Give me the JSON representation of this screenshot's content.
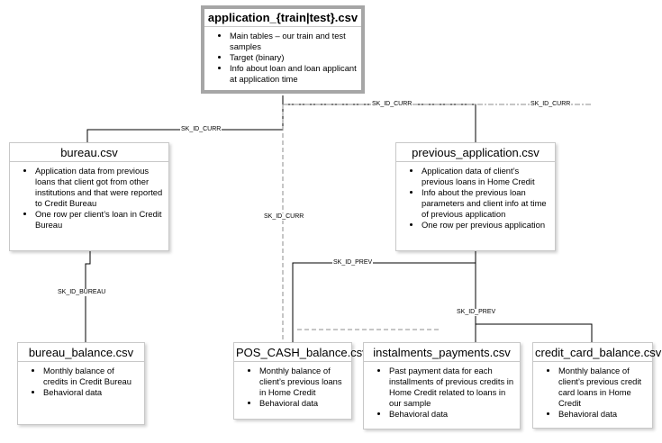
{
  "boxes": {
    "application": {
      "title": "application_{train|test}.csv",
      "bullets": [
        "Main tables – our train and test samples",
        "Target (binary)",
        "Info about loan and loan applicant at application time"
      ]
    },
    "bureau": {
      "title": "bureau.csv",
      "bullets": [
        "Application data from previous loans that client got from other institutions and that were reported to Credit Bureau",
        "One row per client’s loan in Credit Bureau"
      ]
    },
    "previous_application": {
      "title": "previous_application.csv",
      "bullets": [
        "Application data of client’s previous loans in Home Credit",
        "Info about the previous loan parameters and client info at time of previous application",
        "One row per previous application"
      ]
    },
    "bureau_balance": {
      "title": "bureau_balance.csv",
      "bullets": [
        "Monthly balance of credits in Credit Bureau",
        "Behavioral data"
      ]
    },
    "pos_cash_balance": {
      "title": "POS_CASH_balance.csv",
      "bullets": [
        "Monthly balance of client’s previous loans in Home Credit",
        "Behavioral data"
      ]
    },
    "instalments_payments": {
      "title": "instalments_payments.csv",
      "bullets": [
        "Past payment data for each installments of previous credits in Home Credit related to loans in our sample",
        "Behavioral data"
      ]
    },
    "credit_card_balance": {
      "title": "credit_card_balance.csv",
      "bullets": [
        "Monthly balance of client’s previous credit card loans in Home Credit",
        "Behavioral data"
      ]
    }
  },
  "connector_labels": {
    "bureau_curr": "SK_ID_CURR",
    "prev_curr_1": "SK_ID_CURR",
    "prev_curr_2": "SK_ID_CURR",
    "dashed_curr": "SK_ID_CURR",
    "bureau_id": "SK_ID_BUREAU",
    "prev_id_1": "SK_ID_PREV",
    "prev_id_2": "SK_ID_PREV"
  },
  "colors": {
    "line": "#000000",
    "dashed": "#8c8c8c",
    "main_border": "#a6a6a6",
    "box_border": "#c8c8c8"
  }
}
